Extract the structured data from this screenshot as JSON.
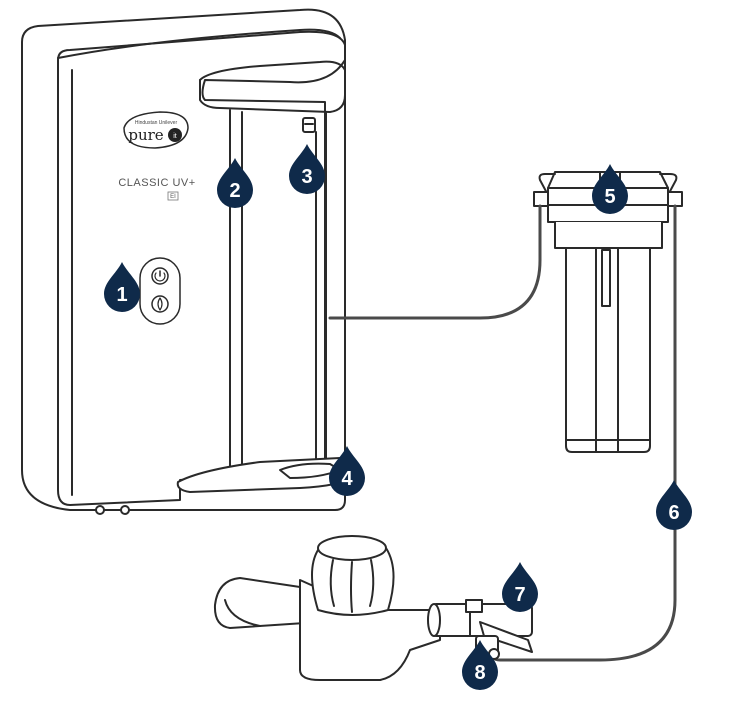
{
  "purifier": {
    "brand_tagline": "Hindustan Unilever",
    "brand_name": "pure",
    "brand_suffix": "it",
    "model_name": "CLASSIC UV+",
    "model_badge": "EI"
  },
  "markers": [
    {
      "id": "1",
      "label": "1"
    },
    {
      "id": "2",
      "label": "2"
    },
    {
      "id": "3",
      "label": "3"
    },
    {
      "id": "4",
      "label": "4"
    },
    {
      "id": "5",
      "label": "5"
    },
    {
      "id": "6",
      "label": "6"
    },
    {
      "id": "7",
      "label": "7"
    },
    {
      "id": "8",
      "label": "8"
    }
  ],
  "colors": {
    "marker_fill": "#0f2a4a",
    "outline": "#2a2a2a",
    "pipe": "#4a4a4a",
    "background": "#ffffff"
  }
}
